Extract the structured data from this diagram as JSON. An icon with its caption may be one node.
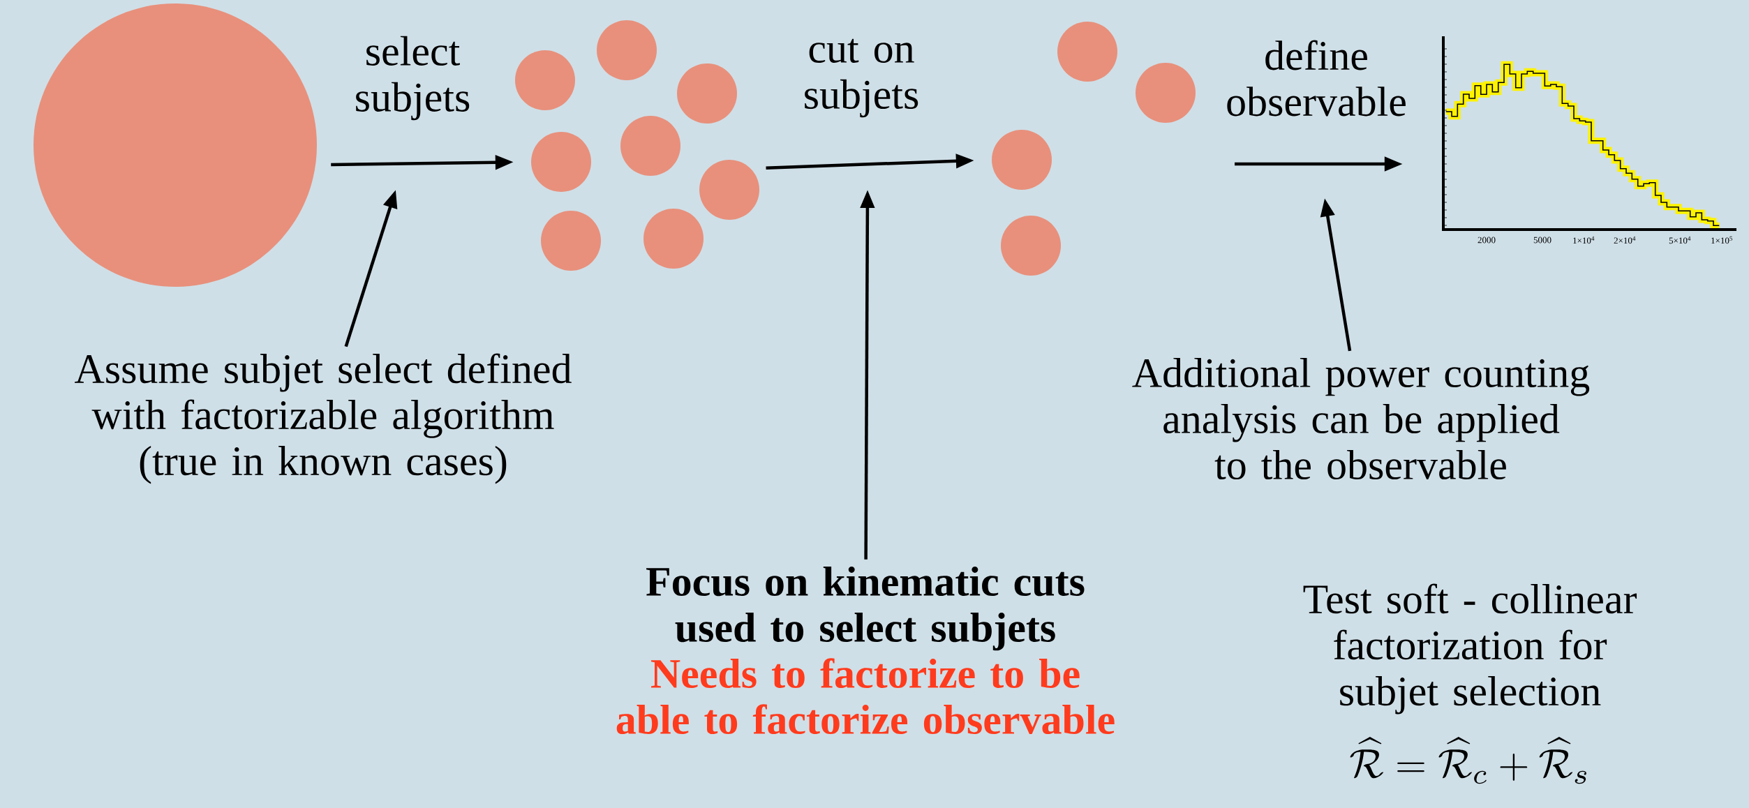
{
  "diagram": {
    "nodes": [
      {
        "text": [],
        "shape": "circle"
      },
      {
        "text": [],
        "shape": "circle"
      },
      {
        "text": [],
        "shape": "circle"
      },
      {
        "text": [],
        "shape": "circle"
      },
      {
        "text": [],
        "shape": "circle"
      },
      {
        "text": [],
        "shape": "circle"
      },
      {
        "text": [],
        "shape": "circle"
      },
      {
        "text": [],
        "shape": "circle"
      },
      {
        "text": [],
        "shape": "circle"
      },
      {
        "text": [],
        "shape": "circle"
      },
      {
        "text": [],
        "shape": "circle"
      },
      {
        "text": [],
        "shape": "circle"
      },
      {
        "text": [],
        "shape": "circle"
      },
      {
        "text": [],
        "shape": "picture"
      },
      {
        "text": [
          "Assume subjet select defined with factorizable algorithm (true in known cases)"
        ]
      },
      {
        "text": [
          "Focus on kinematic cuts used to select subjets",
          "Needs to factorize to be able to factorize observable"
        ]
      },
      {
        "text": [
          "Additional power counting analysis can be applied to the observable"
        ]
      }
    ],
    "edges": [
      {
        "from": 0,
        "to": 2,
        "arrow": "to",
        "label": "select subjets"
      },
      {
        "from": 8,
        "to": 9,
        "arrow": "to",
        "label": "cut on subjets"
      },
      {
        "from": null,
        "to": 13,
        "arrow": "to",
        "label": "define observable"
      },
      {
        "from": 14,
        "to": null,
        "arrow": "to"
      },
      {
        "from": 15,
        "to": null,
        "arrow": "to"
      },
      {
        "from": 16,
        "to": null,
        "arrow": "to"
      }
    ],
    "labels": [
      "Test soft - collinear factorization for subjet selection",
      "\\widehat{\\mathcal{R}} = \\widehat{\\mathcal{R}}_c + \\widehat{\\mathcal{R}}_s",
      "2000",
      "5000",
      "1×10$^{4}$",
      "2×10$^{4}$",
      "5×10$^{4}$",
      "1×10$^{5}$"
    ]
  }
}
